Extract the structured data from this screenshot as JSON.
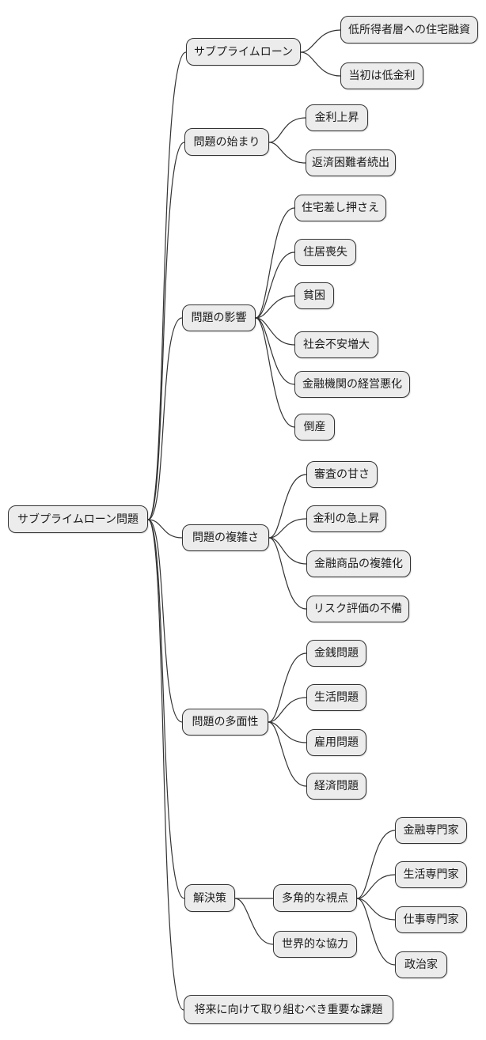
{
  "diagram": {
    "type": "mindmap",
    "title": "サブプライムローン問題 mindmap",
    "background_color": "#ffffff",
    "node_fill_color": "#ececec",
    "node_border_color": "#333333",
    "node_text_color": "#1a1a1a",
    "edge_color": "#333333"
  },
  "mindmap": {
    "root": {
      "label": "サブプライムローン問題"
    },
    "branches": [
      {
        "label": "サブプライムローン",
        "children": [
          {
            "label": "低所得者層への住宅融資"
          },
          {
            "label": "当初は低金利"
          }
        ]
      },
      {
        "label": "問題の始まり",
        "children": [
          {
            "label": "金利上昇"
          },
          {
            "label": "返済困難者続出"
          }
        ]
      },
      {
        "label": "問題の影響",
        "children": [
          {
            "label": "住宅差し押さえ"
          },
          {
            "label": "住居喪失"
          },
          {
            "label": "貧困"
          },
          {
            "label": "社会不安増大"
          },
          {
            "label": "金融機関の経営悪化"
          },
          {
            "label": "倒産"
          }
        ]
      },
      {
        "label": "問題の複雑さ",
        "children": [
          {
            "label": "審査の甘さ"
          },
          {
            "label": "金利の急上昇"
          },
          {
            "label": "金融商品の複雑化"
          },
          {
            "label": "リスク評価の不備"
          }
        ]
      },
      {
        "label": "問題の多面性",
        "children": [
          {
            "label": "金銭問題"
          },
          {
            "label": "生活問題"
          },
          {
            "label": "雇用問題"
          },
          {
            "label": "経済問題"
          }
        ]
      },
      {
        "label": "解決策",
        "children": [
          {
            "label": "多角的な視点",
            "children": [
              {
                "label": "金融専門家"
              },
              {
                "label": "生活専門家"
              },
              {
                "label": "仕事専門家"
              },
              {
                "label": "政治家"
              }
            ]
          },
          {
            "label": "世界的な協力"
          }
        ]
      },
      {
        "label": "将来に向けて取り組むべき重要な課題",
        "children": []
      }
    ]
  }
}
